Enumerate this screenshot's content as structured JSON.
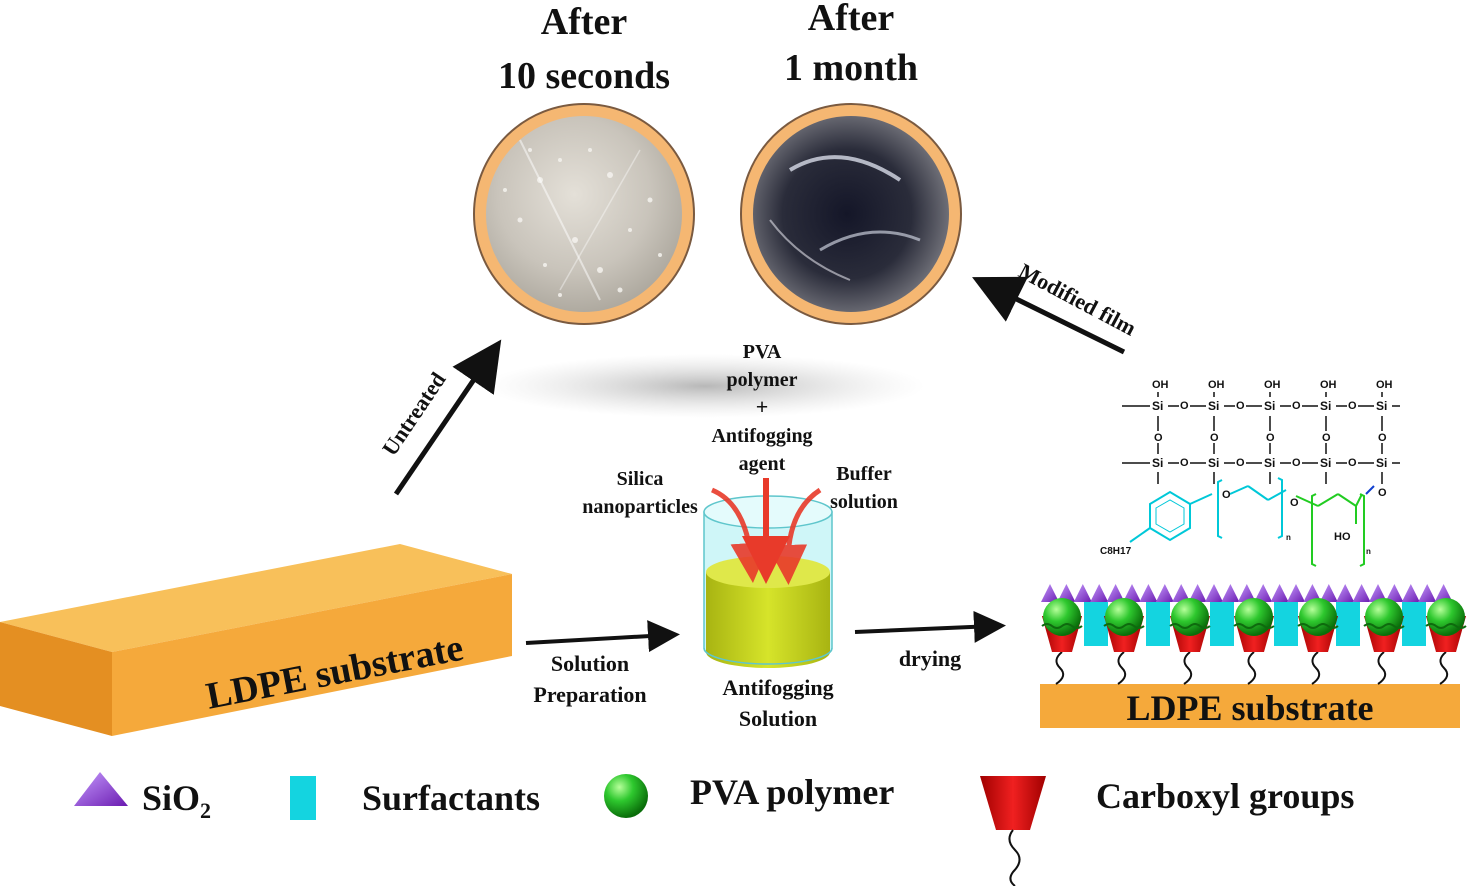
{
  "photos": {
    "left_caption_line1": "After",
    "left_caption_line2": "10 seconds",
    "right_caption_line1": "After",
    "right_caption_line2": "1 month"
  },
  "arrows": {
    "untreated": "Untreated",
    "modified_film": "Modified film",
    "solution_preparation_line1": "Solution",
    "solution_preparation_line2": "Preparation",
    "drying": "drying"
  },
  "substrate": {
    "left_label": "LDPE substrate",
    "right_label": "LDPE substrate"
  },
  "inputs": {
    "pva_line1": "PVA",
    "pva_line2": "polymer",
    "plus": "+",
    "agent_line1": "Antifogging",
    "agent_line2": "agent",
    "silica_line1": "Silica",
    "silica_line2": "nanoparticles",
    "buffer_line1": "Buffer",
    "buffer_line2": "solution"
  },
  "container": {
    "label_line1": "Antifogging",
    "label_line2": "Solution"
  },
  "chemistry": {
    "oh": "OH",
    "si": "Si",
    "o": "O",
    "ho": "HO",
    "n": "n",
    "c8h17": "C8H17"
  },
  "legend": {
    "sio2_main": "SiO",
    "sio2_sub": "2",
    "surfactants": "Surfactants",
    "pva_polymer": "PVA polymer",
    "carboxyl_groups": "Carboxyl groups"
  },
  "colors": {
    "substrate": "#f5a93b",
    "sio2": "#8a2be2",
    "surfactant": "#14d4e0",
    "pva": "#1fb51f",
    "carboxyl": "#e01010",
    "solution": "#c8d81a",
    "container_glass": "#bff3f5",
    "inflow_arrow": "#e83a2a",
    "oxygen": "#b000e0",
    "si_blue": "#1040d0",
    "ring": "#00c8d8",
    "side_chain": "#22cc22"
  }
}
